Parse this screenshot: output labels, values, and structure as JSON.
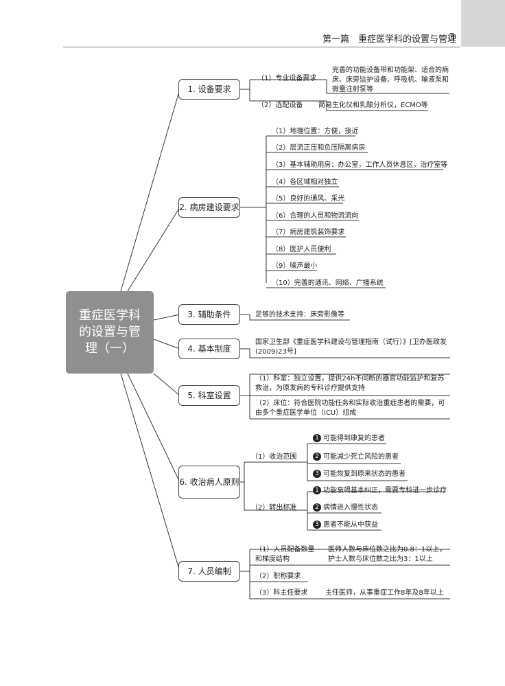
{
  "header": {
    "title": "第一篇　重症医学科的设置与管理",
    "page": "3"
  },
  "center": {
    "label": "重症医学科的设置与管理（一）"
  },
  "branches": {
    "b1": {
      "label": "1. 设备要求",
      "s1": {
        "label": "（1）专业设备要求",
        "detail": "完善的功能设备带和功能架、适合的病床、床旁监护设备、呼吸机、输液泵和微量注射泵等"
      },
      "s2": {
        "label": "（2）选配设备",
        "detail": "简易生化仪和乳酸分析仪，ECMO等"
      }
    },
    "b2": {
      "label": "2. 病房建设要求",
      "items": [
        "（1）地理位置：方便，接近",
        "（2）层流正压和负压隔离病房",
        "（3）基本辅助用房：办公室，工作人员休息区，治疗室等",
        "（4）各区域相对独立",
        "（5）良好的通风、采光",
        "（6）合理的人员和物流流向",
        "（7）病房建筑装饰要求",
        "（8）医护人员便利",
        "（9）噪声最小",
        "（10）完善的通讯、网络、广播系统"
      ]
    },
    "b3": {
      "label": "3. 辅助条件",
      "detail": "足够的技术支持：床旁影像等"
    },
    "b4": {
      "label": "4. 基本制度",
      "detail": "国家卫生部《重症医学科建设与管理指南（试行）》[卫办医政发(2009)23号]"
    },
    "b5": {
      "label": "5. 科室设置",
      "items": [
        "（1）科室：独立设置，提供24h不间断的器官功能监护和复苏救治，为原发病的专科诊疗提供支持",
        "（2）床位：符合医院功能任务和实际收治重症患者的需要，可由多个重症医学单位（ICU）组成"
      ]
    },
    "b6": {
      "label": "6. 收治病人原则",
      "s1": {
        "label": "（1）收治范围",
        "items": [
          {
            "n": "1",
            "text": "可能得到康复的患者"
          },
          {
            "n": "2",
            "text": "可能减少死亡风险的患者"
          },
          {
            "n": "3",
            "text": "可能恢复到原来状态的患者"
          }
        ]
      },
      "s2": {
        "label": "（2）转出标准",
        "items": [
          {
            "n": "1",
            "text": "功能衰竭基本纠正，需要专科进一步诊疗"
          },
          {
            "n": "2",
            "text": "病情进入慢性状态"
          },
          {
            "n": "3",
            "text": "患者不能从中获益"
          }
        ]
      }
    },
    "b7": {
      "label": "7. 人员编制",
      "s1": {
        "label": "（1）人员配备数量和梯度结构",
        "detail": "医师人数与床位数之比为0.8：1以上，护士人数与床位数之比为3：1以上"
      },
      "s2": {
        "label": "（2）职称要求"
      },
      "s3": {
        "label": "（3）科主任要求",
        "detail": "主任医师，从事重症工作8年及8年以上"
      }
    }
  }
}
